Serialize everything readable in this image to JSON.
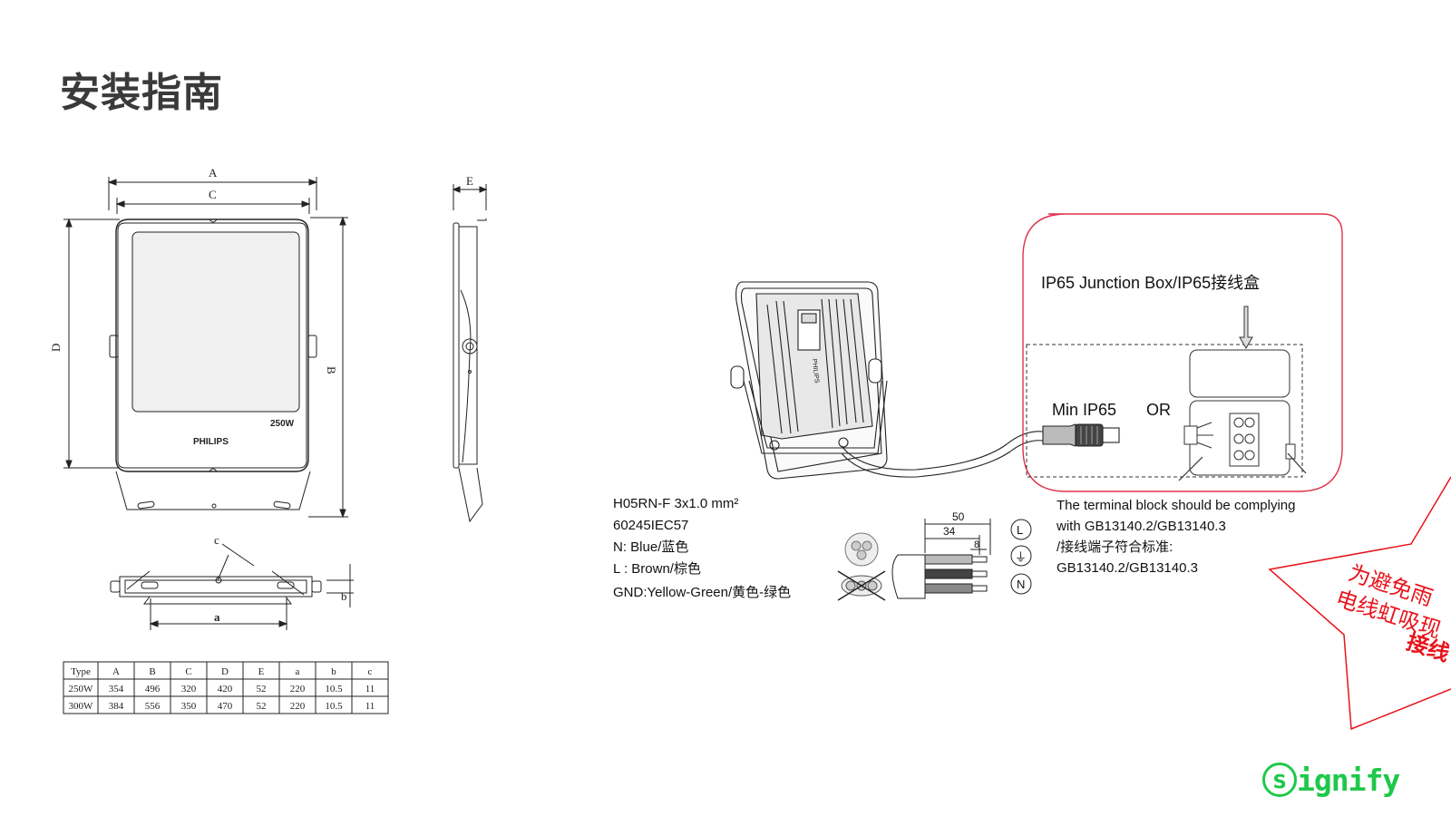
{
  "page": {
    "title": "安装指南"
  },
  "drawing": {
    "front_view": {
      "dim_labels": [
        "A",
        "C",
        "D",
        "B"
      ],
      "brand": "PHILIPS",
      "wattage": "250W"
    },
    "side_view": {
      "dim_labels": [
        "E"
      ]
    },
    "bottom_view": {
      "dim_labels": [
        "c",
        "b",
        "a"
      ]
    },
    "spec_table": {
      "headers": [
        "Type",
        "A",
        "B",
        "C",
        "D",
        "E",
        "a",
        "b",
        "c"
      ],
      "rows": [
        [
          "250W",
          "354",
          "496",
          "320",
          "420",
          "52",
          "220",
          "10.5",
          "11"
        ],
        [
          "300W",
          "384",
          "556",
          "350",
          "470",
          "52",
          "220",
          "10.5",
          "11"
        ]
      ]
    }
  },
  "wiring": {
    "fixture_brand": "PHILIPS",
    "junction_box_label": "IP65 Junction Box/IP65接线盒",
    "min_ip_label": "Min  IP65",
    "or_label": "OR",
    "cable_lines": [
      "H05RN-F 3x1.0 mm²",
      "60245IEC57",
      "N: Blue/蓝色",
      "L : Brown/棕色",
      "GND:Yellow-Green/黄色-绿色"
    ],
    "strip_dims": [
      "50",
      "34",
      "8"
    ],
    "terminal_symbols": [
      "L",
      "⏚",
      "N"
    ],
    "terminal_note": [
      "The terminal block should be complying",
      "with GB13140.2/GB13140.3",
      "/接线端子符合标准:",
      "GB13140.2/GB13140.3"
    ]
  },
  "callout": {
    "line1": "为避免雨",
    "line2": "电线虹吸现",
    "line3": "接线"
  },
  "brand": {
    "logo_mark": "s",
    "logo_word": "ignify",
    "color": "#1ec84a"
  },
  "colors": {
    "callout_red": "#e8141c",
    "junction_outline": "#e0304a"
  }
}
